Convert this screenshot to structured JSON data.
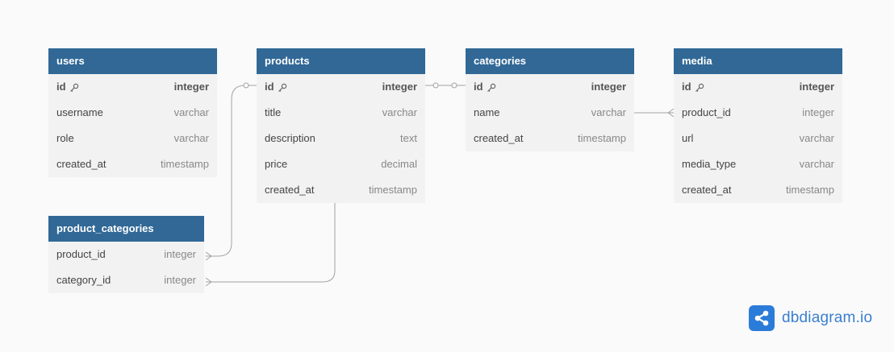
{
  "tables": {
    "users": {
      "name": "users",
      "rows": [
        {
          "name": "id",
          "type": "integer",
          "pk": true
        },
        {
          "name": "username",
          "type": "varchar"
        },
        {
          "name": "role",
          "type": "varchar"
        },
        {
          "name": "created_at",
          "type": "timestamp"
        }
      ]
    },
    "products": {
      "name": "products",
      "rows": [
        {
          "name": "id",
          "type": "integer",
          "pk": true
        },
        {
          "name": "title",
          "type": "varchar"
        },
        {
          "name": "description",
          "type": "text"
        },
        {
          "name": "price",
          "type": "decimal"
        },
        {
          "name": "created_at",
          "type": "timestamp"
        }
      ]
    },
    "categories": {
      "name": "categories",
      "rows": [
        {
          "name": "id",
          "type": "integer",
          "pk": true
        },
        {
          "name": "name",
          "type": "varchar"
        },
        {
          "name": "created_at",
          "type": "timestamp"
        }
      ]
    },
    "media": {
      "name": "media",
      "rows": [
        {
          "name": "id",
          "type": "integer",
          "pk": true
        },
        {
          "name": "product_id",
          "type": "integer"
        },
        {
          "name": "url",
          "type": "varchar"
        },
        {
          "name": "media_type",
          "type": "varchar"
        },
        {
          "name": "created_at",
          "type": "timestamp"
        }
      ]
    },
    "product_categories": {
      "name": "product_categories",
      "rows": [
        {
          "name": "product_id",
          "type": "integer"
        },
        {
          "name": "category_id",
          "type": "integer"
        }
      ]
    }
  },
  "brand": {
    "text": "dbdiagram.io",
    "icon": "share-icon",
    "color": "#2b7cd9"
  },
  "colors": {
    "header": "#316896",
    "body": "#f2f2f2",
    "line": "#a3a3a3"
  }
}
